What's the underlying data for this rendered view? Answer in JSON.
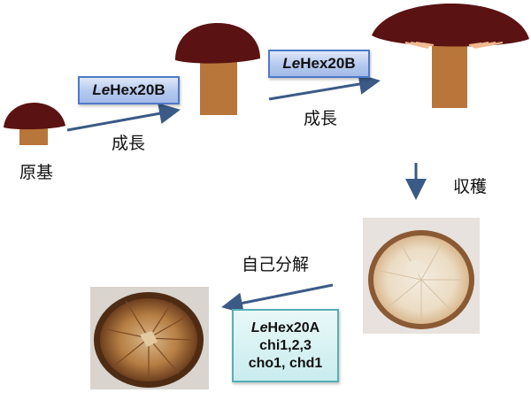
{
  "labels": {
    "primordium": "原基",
    "growth1": "成長",
    "growth2": "成長",
    "harvest": "収穫",
    "autolysis": "自己分解"
  },
  "genes": {
    "box1": {
      "italic": "Le",
      "rest": "Hex20B"
    },
    "box2": {
      "italic": "Le",
      "rest": "Hex20B"
    },
    "box3": {
      "line1_italic": "Le",
      "line1_rest": "Hex20A",
      "line2": "chi1,2,3",
      "line3": "cho1, chd1"
    }
  },
  "colors": {
    "cap": "#5a1212",
    "stem": "#b8763a",
    "gills": "#f2b98f",
    "arrow": "#3b5a86",
    "box_blue_border": "#4e79c8",
    "box_teal_border": "#55b0b5"
  }
}
